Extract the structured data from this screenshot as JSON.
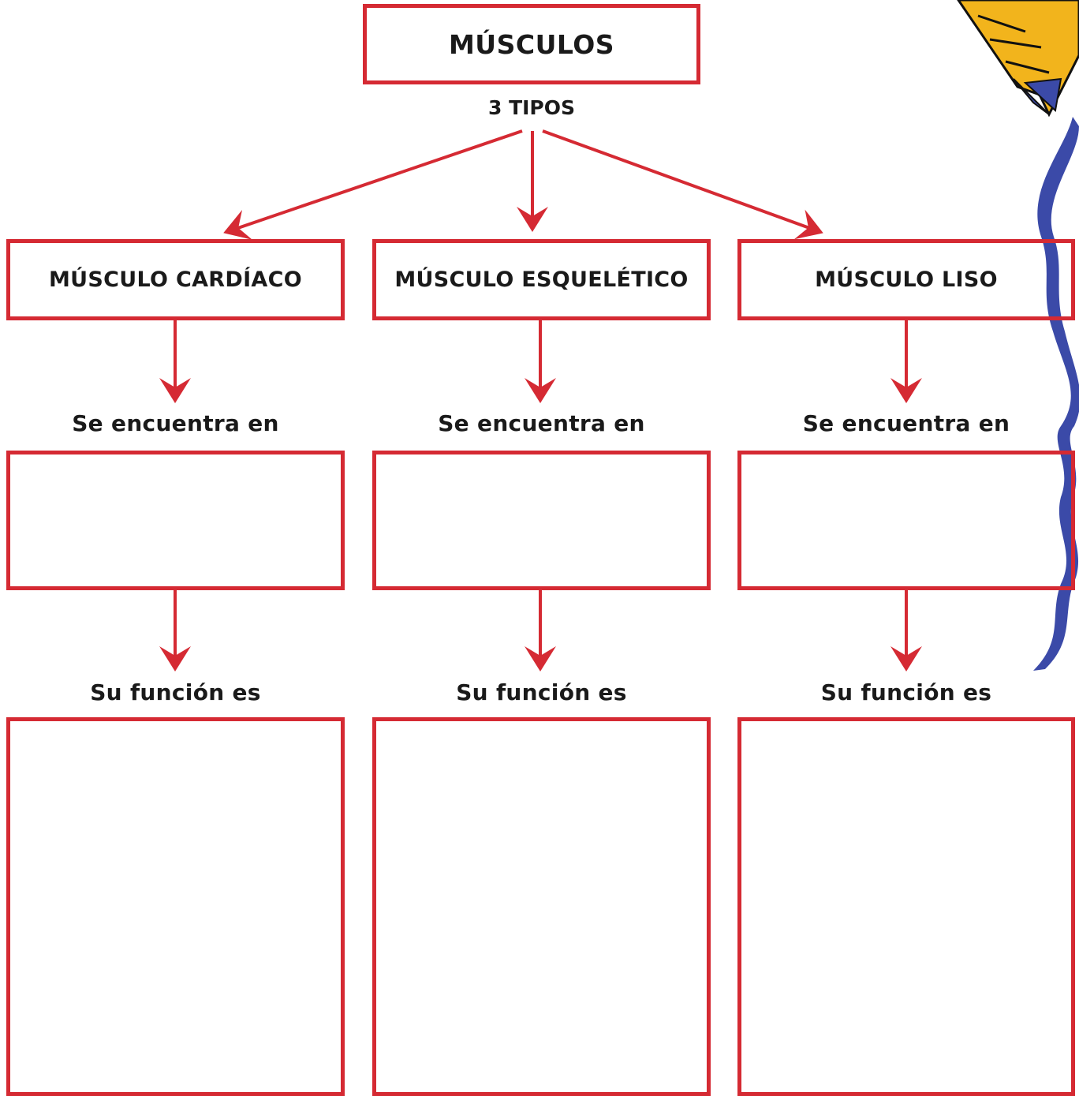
{
  "title": "MÚSCULOS",
  "subtitle": "3 TIPOS",
  "types": [
    {
      "name": "MÚSCULO CARDÍACO",
      "found_label": "Se encuentra en",
      "function_label": "Su función es"
    },
    {
      "name": "MÚSCULO ESQUELÉTICO",
      "found_label": "Se encuentra en",
      "function_label": "Su función es"
    },
    {
      "name": "MÚSCULO LISO",
      "found_label": "Se encuentra en",
      "function_label": "Su función es"
    }
  ],
  "colors": {
    "box_border": "#d52a33",
    "arrow": "#d52a33",
    "ribbon": "#3b4aa8",
    "pen_body": "#f2b41c"
  },
  "decoration": "pen-and-ribbon-clipart"
}
